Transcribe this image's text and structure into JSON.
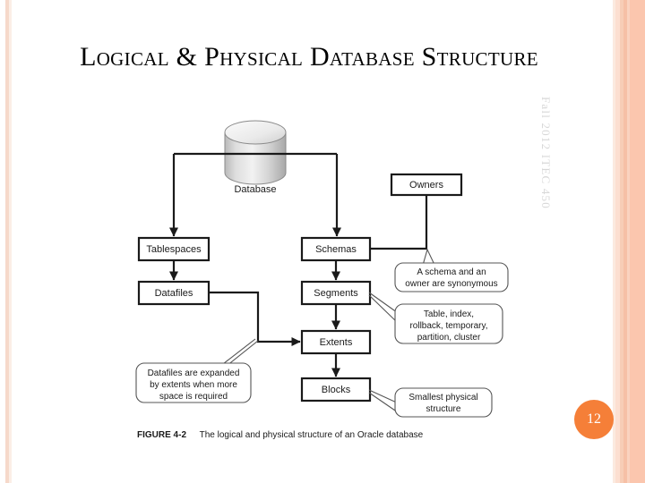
{
  "title": "Logical & Physical Database Structure",
  "course_label": "Fall 2012    ITEC 450",
  "slide_number": "12",
  "accent_color": "#f57f38",
  "figure": {
    "number": "FIGURE 4-2",
    "caption": "The logical and physical structure of an Oracle database"
  },
  "diagram": {
    "root": {
      "label": "Database",
      "shape": "cylinder"
    },
    "nodes": [
      {
        "id": "tablespaces",
        "label": "Tablespaces"
      },
      {
        "id": "datafiles",
        "label": "Datafiles"
      },
      {
        "id": "schemas",
        "label": "Schemas"
      },
      {
        "id": "owners",
        "label": "Owners"
      },
      {
        "id": "segments",
        "label": "Segments"
      },
      {
        "id": "extents",
        "label": "Extents"
      },
      {
        "id": "blocks",
        "label": "Blocks"
      }
    ],
    "callouts": [
      {
        "id": "schema-owner-note",
        "lines": [
          "A schema and an",
          "owner are synonymous"
        ]
      },
      {
        "id": "segment-types-note",
        "lines": [
          "Table, index,",
          "rollback, temporary,",
          "partition, cluster"
        ]
      },
      {
        "id": "datafile-expand-note",
        "lines": [
          "Datafiles are expanded",
          "by extents when more",
          "space is required"
        ]
      },
      {
        "id": "block-size-note",
        "lines": [
          "Smallest physical",
          "structure"
        ]
      }
    ]
  }
}
